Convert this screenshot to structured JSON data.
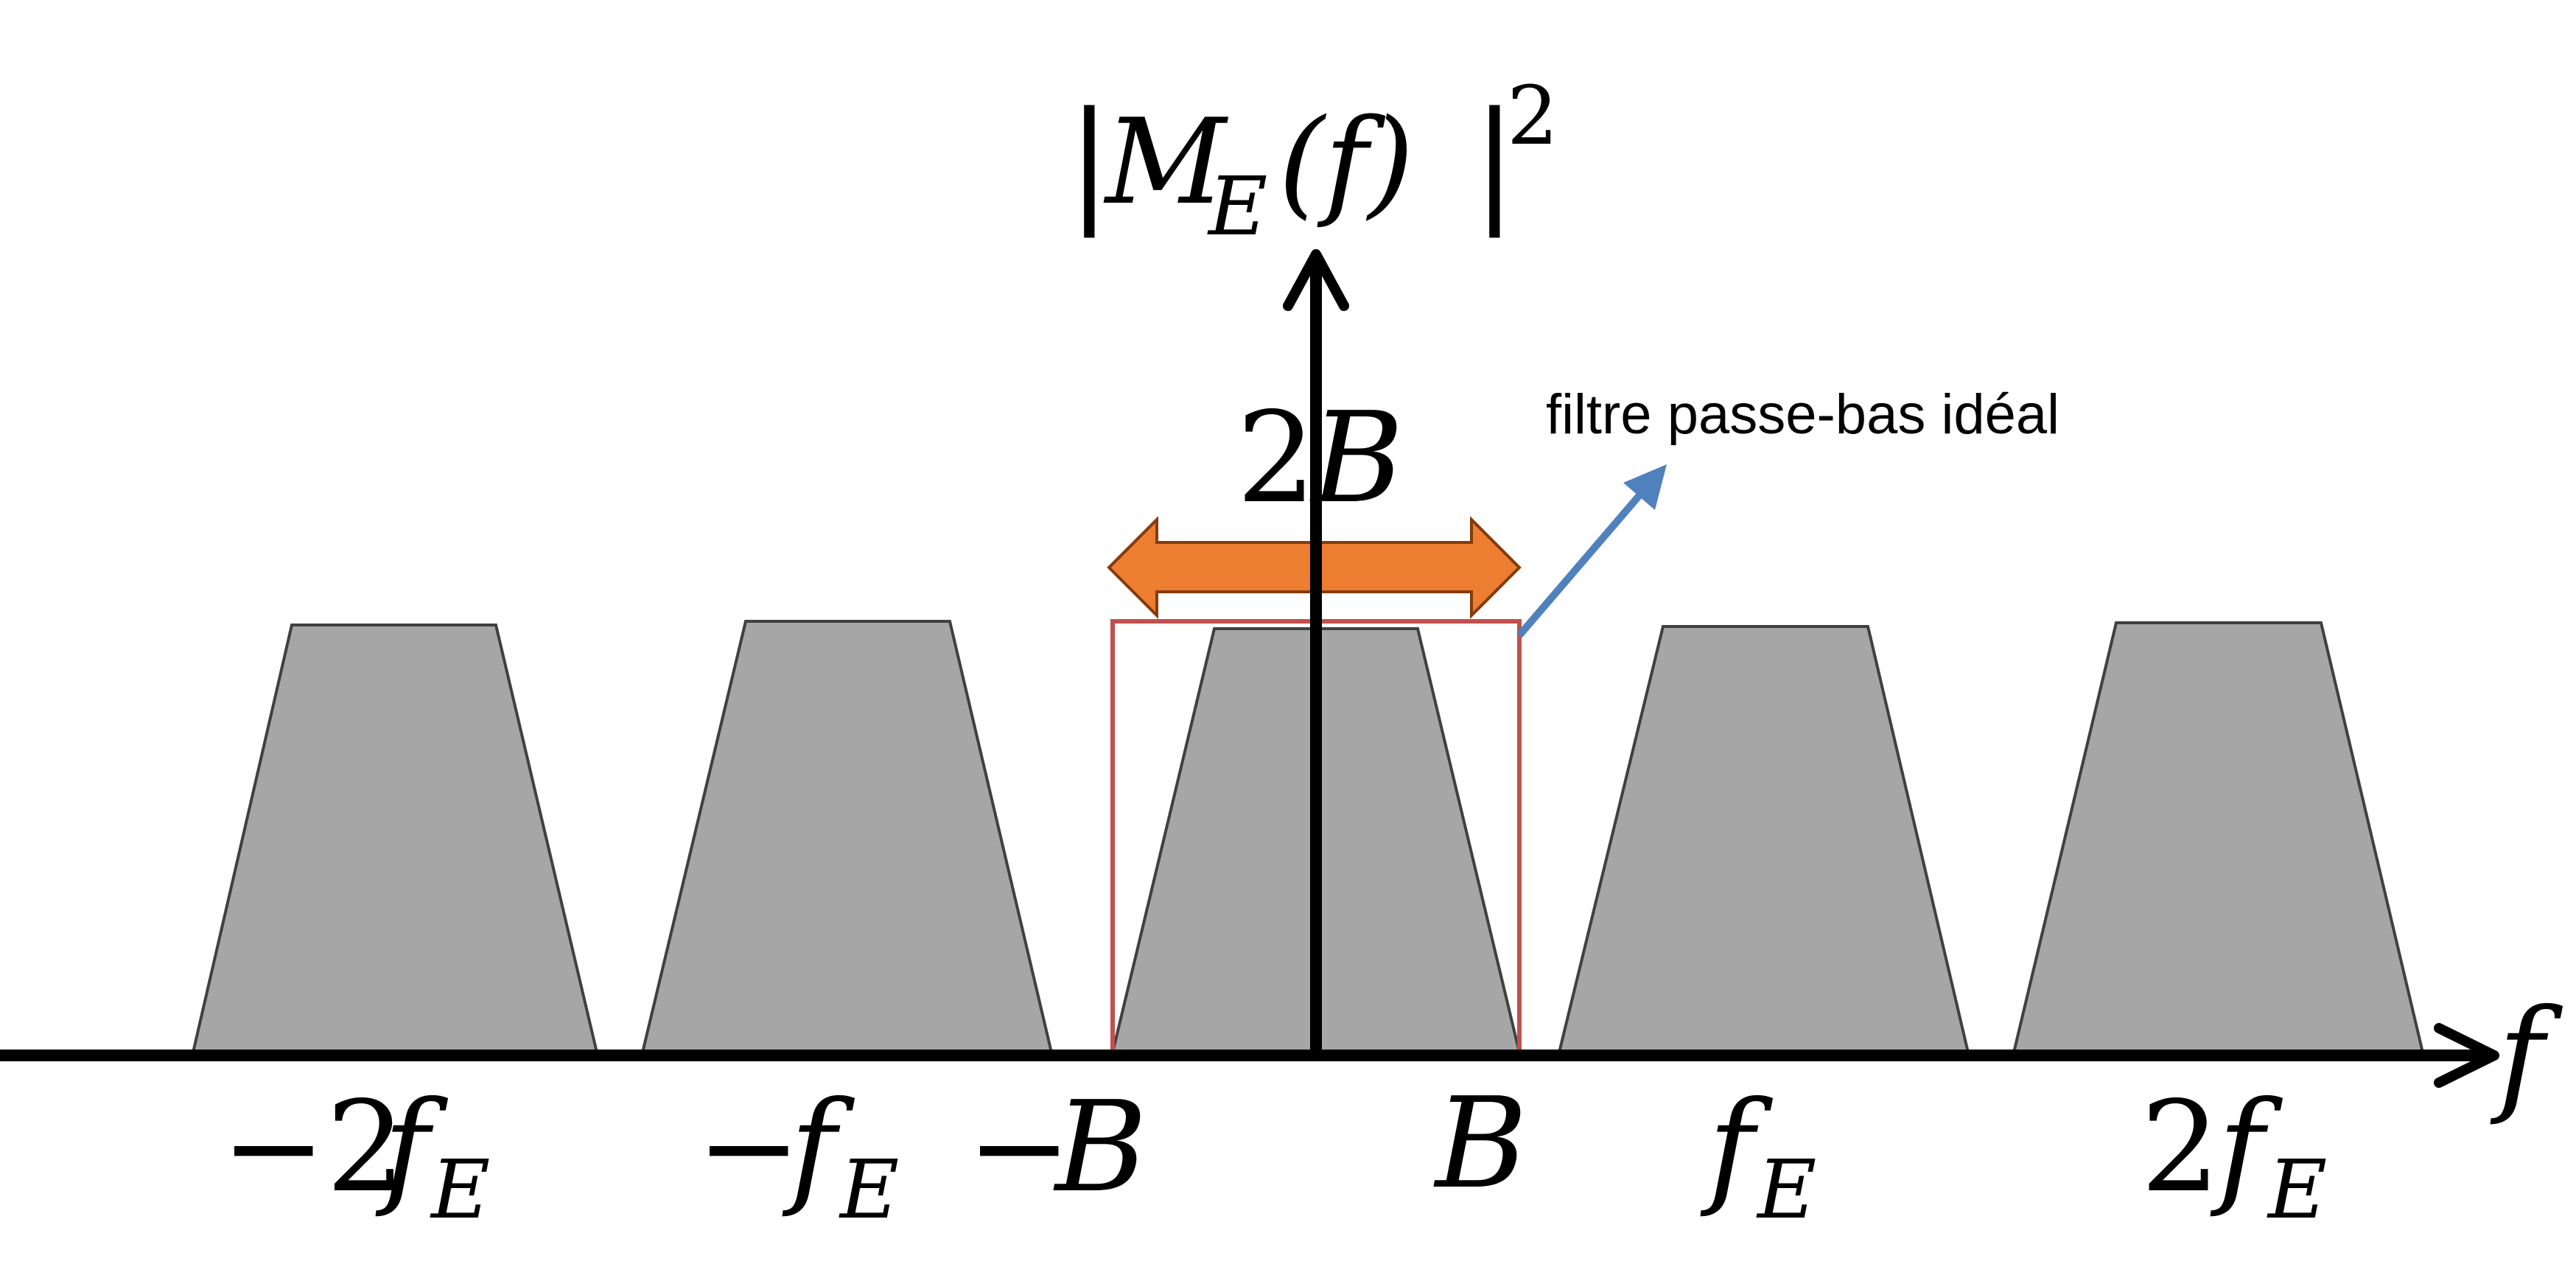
{
  "axis": {
    "y_label": {
      "bar_left": "|",
      "symbol": "M",
      "subscript": "E",
      "arg": "(f)",
      "bar_right": "|",
      "power": "2"
    },
    "x_label": "f"
  },
  "ticks": {
    "minus_2fE": {
      "coef": "−2",
      "var": "f",
      "sub": "E"
    },
    "minus_fE": {
      "coef": "−",
      "var": "f",
      "sub": "E"
    },
    "minus_B": {
      "coef": "−",
      "var": "B"
    },
    "B": {
      "var": "B"
    },
    "fE": {
      "var": "f",
      "sub": "E"
    },
    "plus_2fE": {
      "coef": "2",
      "var": "f",
      "sub": "E"
    }
  },
  "bandwidth": {
    "coef": "2",
    "var": "B"
  },
  "filter_label": "filtre passe-bas idéal",
  "colors": {
    "spectrum_fill": "#a6a6a6",
    "spectrum_stroke": "#404040",
    "filter": "#c0504d",
    "bandwidth_arrow": "#ed7d31",
    "bandwidth_arrow_stroke": "#843c0c",
    "pointer": "#4f81bd",
    "axis": "#000000"
  }
}
